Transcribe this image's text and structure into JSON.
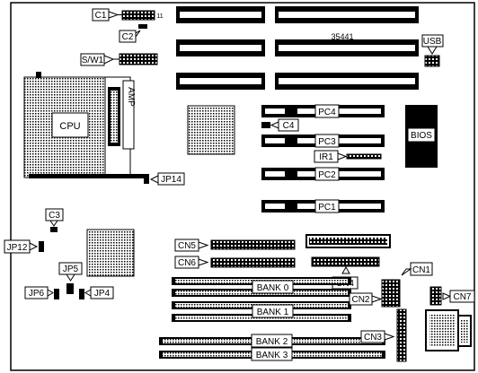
{
  "diagram": {
    "board_number": "35441",
    "labels": {
      "c1": "C1",
      "c2": "C2",
      "c3": "C3",
      "c4": "C4",
      "sw1": "S/W1",
      "usb": "USB",
      "cpu": "CPU",
      "amp": "AMP",
      "pc1": "PC1",
      "pc2": "PC2",
      "pc3": "PC3",
      "pc4": "PC4",
      "bios": "BIOS",
      "ir1": "IR1",
      "jp4": "JP4",
      "jp5": "JP5",
      "jp6": "JP6",
      "jp12": "JP12",
      "jp14": "JP14",
      "cn1": "CN1",
      "cn2": "CN2",
      "cn3": "CN3",
      "cn4": "CN4",
      "cn5": "CN5",
      "cn6": "CN6",
      "cn7": "CN7",
      "bank0": "BANK 0",
      "bank1": "BANK 1",
      "bank2": "BANK 2",
      "bank3": "BANK 3",
      "pin11": "11"
    },
    "colors": {
      "ink": "#000000",
      "paper": "#ffffff"
    }
  }
}
